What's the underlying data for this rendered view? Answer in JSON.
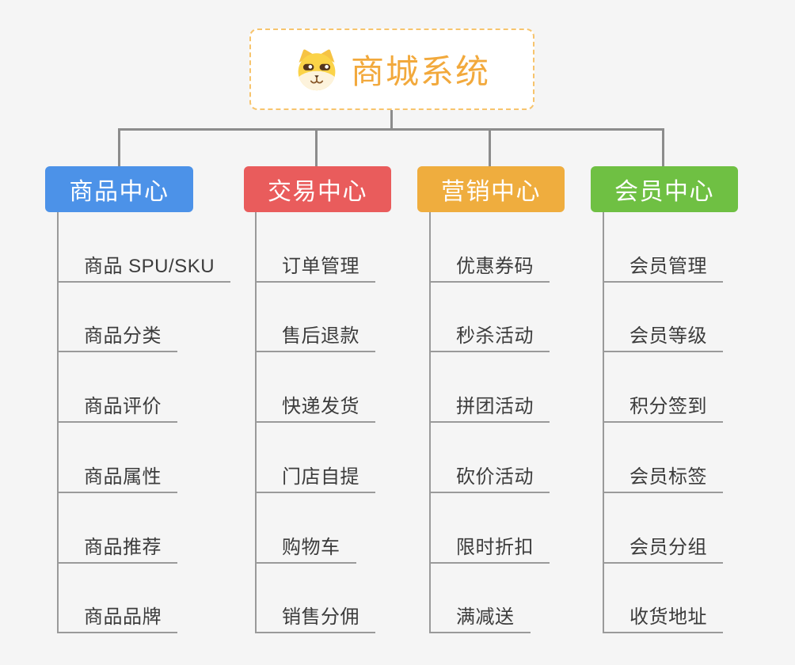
{
  "page": {
    "background": "#f5f5f5",
    "connector_color": "#8c8c8c",
    "leaf_line_color": "#9a9a9a",
    "leaf_text_color": "#3c3c3c"
  },
  "root": {
    "title": "商城系统",
    "icon": "dog-face-icon",
    "text_color": "#f2a93c",
    "border_color": "#f7c46d",
    "background": "#ffffff"
  },
  "branches": [
    {
      "label": "商品中心",
      "color": "#4c92e8",
      "items": [
        "商品 SPU/SKU",
        "商品分类",
        "商品评价",
        "商品属性",
        "商品推荐",
        "商品品牌"
      ]
    },
    {
      "label": "交易中心",
      "color": "#e95c5c",
      "items": [
        "订单管理",
        "售后退款",
        "快递发货",
        "门店自提",
        "购物车",
        "销售分佣"
      ]
    },
    {
      "label": "营销中心",
      "color": "#efad3e",
      "items": [
        "优惠券码",
        "秒杀活动",
        "拼团活动",
        "砍价活动",
        "限时折扣",
        "满减送"
      ]
    },
    {
      "label": "会员中心",
      "color": "#6fc043",
      "items": [
        "会员管理",
        "会员等级",
        "积分签到",
        "会员标签",
        "会员分组",
        "收货地址"
      ]
    }
  ]
}
